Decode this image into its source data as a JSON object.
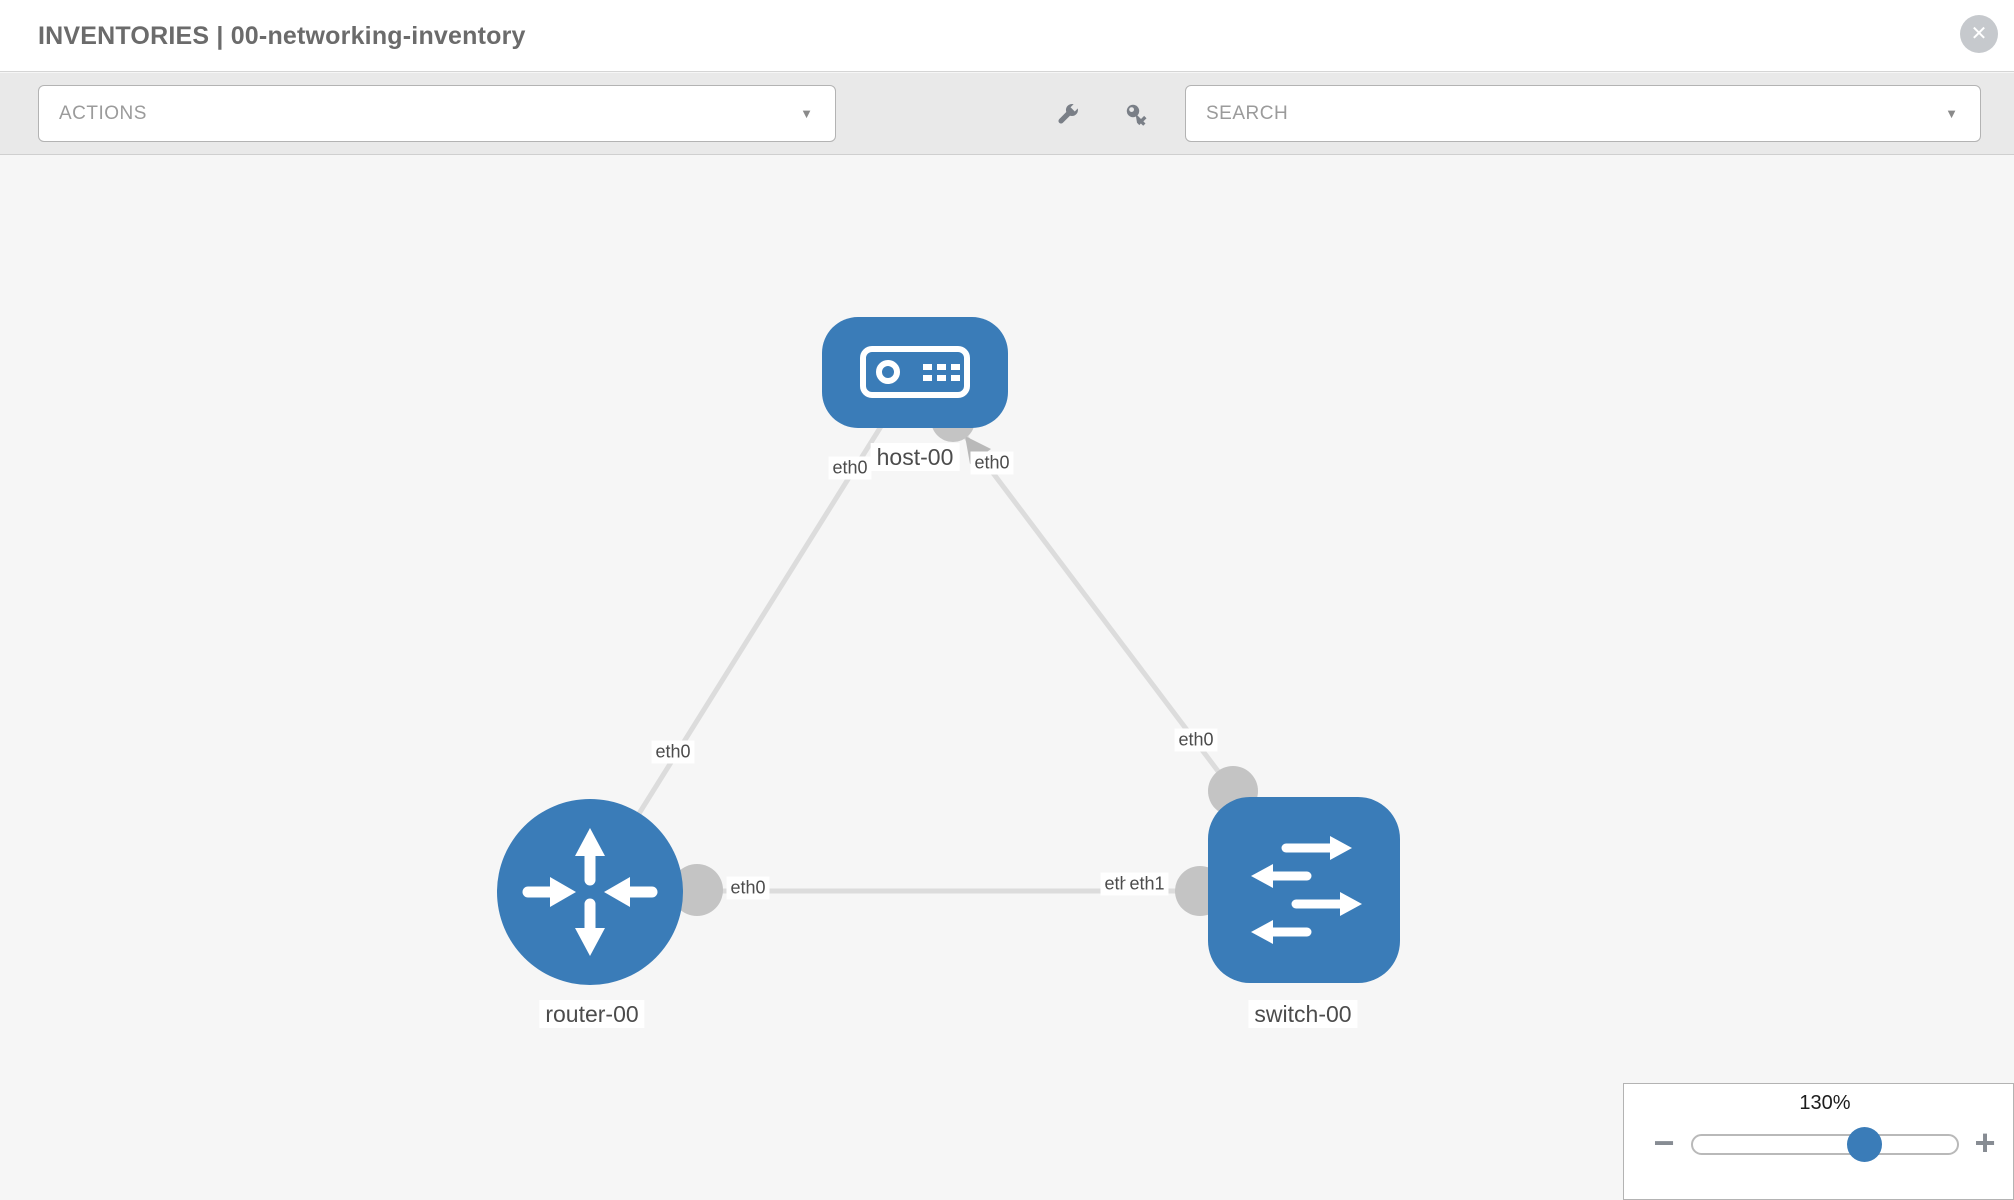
{
  "header": {
    "title": "INVENTORIES | 00-networking-inventory",
    "close_icon": "circle-x"
  },
  "toolbar": {
    "actions_label": "ACTIONS",
    "search_placeholder": "SEARCH",
    "icons": [
      "wrench",
      "key",
      "chevron-down"
    ]
  },
  "topology": {
    "nodes": [
      {
        "id": "host-00",
        "type": "host",
        "label": "host-00",
        "icon": "server"
      },
      {
        "id": "router-00",
        "type": "router",
        "label": "router-00",
        "icon": "router-arrows"
      },
      {
        "id": "switch-00",
        "type": "switch",
        "label": "switch-00",
        "icon": "switch-arrows"
      }
    ],
    "links": [
      {
        "source": "router-00",
        "source_interface": "eth0",
        "target": "host-00",
        "target_interface": "eth0"
      },
      {
        "source": "switch-00",
        "source_interface": "eth0",
        "target": "host-00",
        "target_interface": "eth0"
      },
      {
        "source": "router-00",
        "source_interface": "eth0",
        "target": "switch-00",
        "target_interface": "eth1"
      }
    ],
    "overlapped_interface_label": "eth0",
    "colors": {
      "node_fill": "#3a7cb8",
      "edge": "#dcdcdc",
      "connector": "#c4c4c4",
      "label_text": "#4c4c4c"
    }
  },
  "zoom_control": {
    "value_label": "130%",
    "percent": 130,
    "minus_label": "−",
    "plus_label": "+"
  }
}
